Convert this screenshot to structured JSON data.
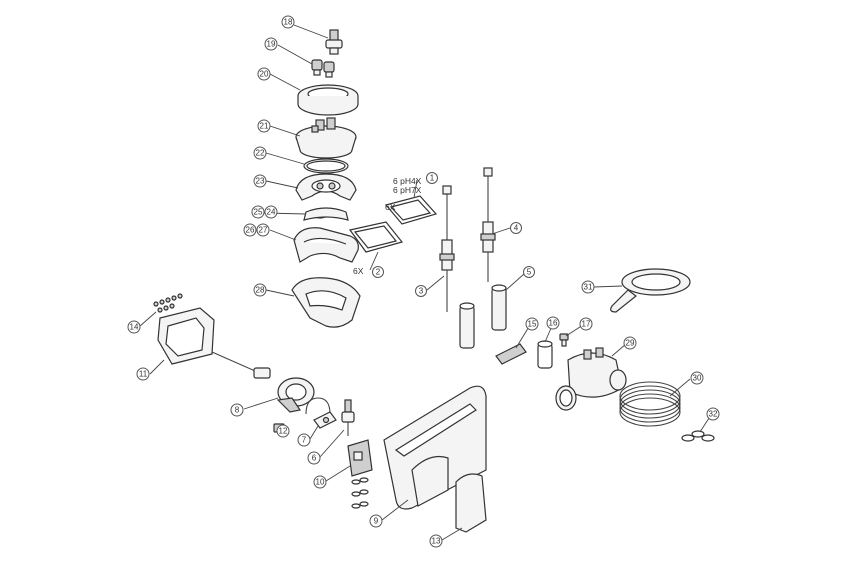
{
  "callouts": [
    {
      "id": "c18",
      "label": "18"
    },
    {
      "id": "c19",
      "label": "19"
    },
    {
      "id": "c20",
      "label": "20"
    },
    {
      "id": "c21",
      "label": "21"
    },
    {
      "id": "c22",
      "label": "22"
    },
    {
      "id": "c23",
      "label": "23"
    },
    {
      "id": "c25",
      "label": "25"
    },
    {
      "id": "c24",
      "label": "24"
    },
    {
      "id": "c26",
      "label": "26"
    },
    {
      "id": "c27",
      "label": "27"
    },
    {
      "id": "c28",
      "label": "28"
    },
    {
      "id": "c1",
      "label": "1"
    },
    {
      "id": "c2",
      "label": "2"
    },
    {
      "id": "c3",
      "label": "3"
    },
    {
      "id": "c4",
      "label": "4"
    },
    {
      "id": "c5",
      "label": "5"
    },
    {
      "id": "c31",
      "label": "31"
    },
    {
      "id": "c15",
      "label": "15"
    },
    {
      "id": "c16",
      "label": "16"
    },
    {
      "id": "c17",
      "label": "17"
    },
    {
      "id": "c29",
      "label": "29"
    },
    {
      "id": "c30",
      "label": "30"
    },
    {
      "id": "c32",
      "label": "32"
    },
    {
      "id": "c14",
      "label": "14"
    },
    {
      "id": "c11",
      "label": "11"
    },
    {
      "id": "c8",
      "label": "8"
    },
    {
      "id": "c12",
      "label": "12"
    },
    {
      "id": "c7",
      "label": "7"
    },
    {
      "id": "c6",
      "label": "6"
    },
    {
      "id": "c10",
      "label": "10"
    },
    {
      "id": "c9",
      "label": "9"
    },
    {
      "id": "c13",
      "label": "13"
    }
  ],
  "notes": {
    "ph4": "6 pH4X",
    "ph7": "6 pH7X",
    "qty6": "6X",
    "qty6b": "6X"
  }
}
